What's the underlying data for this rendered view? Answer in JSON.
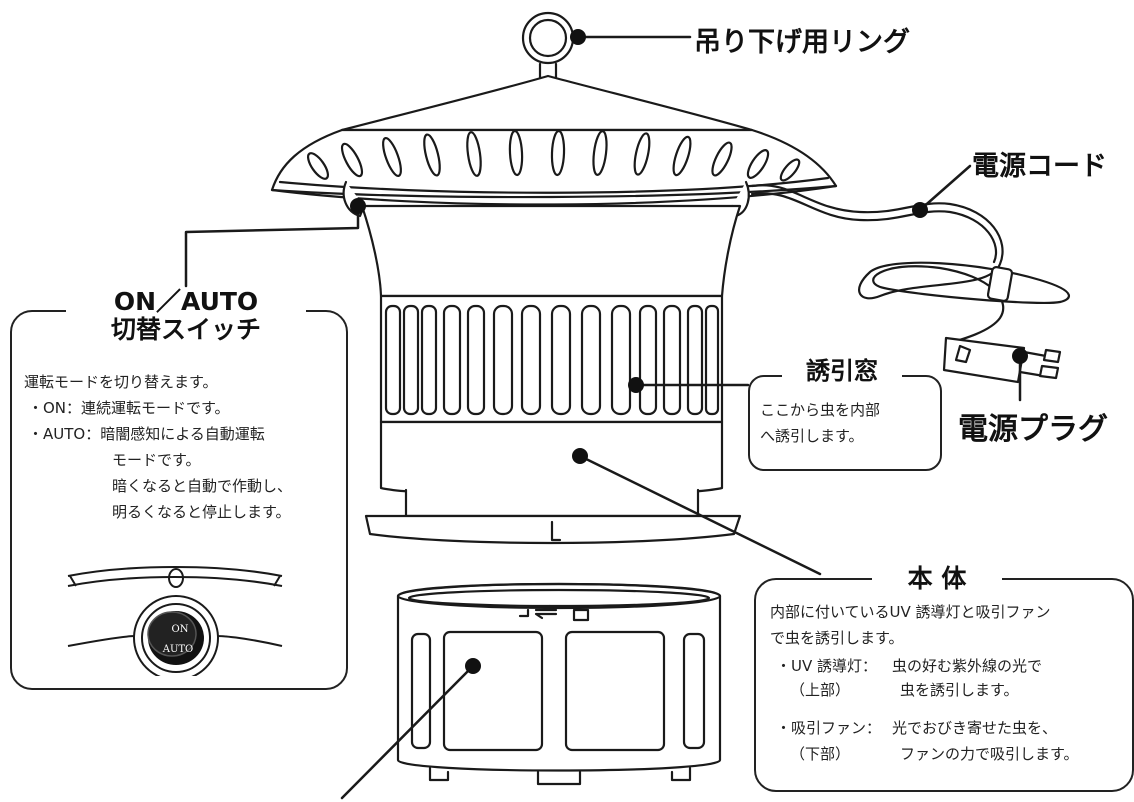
{
  "labels": {
    "ring": "吊り下げ用リング",
    "cord": "電源コード",
    "plug": "電源プラグ"
  },
  "switch_box": {
    "title_line1": "ON／AUTO",
    "title_line2": "切替スイッチ",
    "intro": "運転モードを切り替えます。",
    "on_line": "・ON：連続運転モードです。",
    "auto_line1": "・AUTO：暗闇感知による自動運転",
    "auto_line2": "モードです。",
    "auto_line3": "暗くなると自動で作動し、",
    "auto_line4": "明るくなると停止します。",
    "knob_on": "ON",
    "knob_auto": "AUTO"
  },
  "window_box": {
    "title": "誘引窓",
    "line1": "ここから虫を内部",
    "line2": "へ誘引します。"
  },
  "body_box": {
    "title": "本 体",
    "line1": "内部に付いているUV 誘導灯と吸引ファン",
    "line2": "で虫を誘引します。",
    "uv_term": "・UV 誘導灯：",
    "uv_desc1": "虫の好む紫外線の光で",
    "uv_sub": "（上部）",
    "uv_desc2": "虫を誘引します。",
    "fan_term": "・吸引ファン：",
    "fan_desc1": "光でおびき寄せた虫を、",
    "fan_sub": "（下部）",
    "fan_desc2": "ファンの力で吸引します。"
  }
}
